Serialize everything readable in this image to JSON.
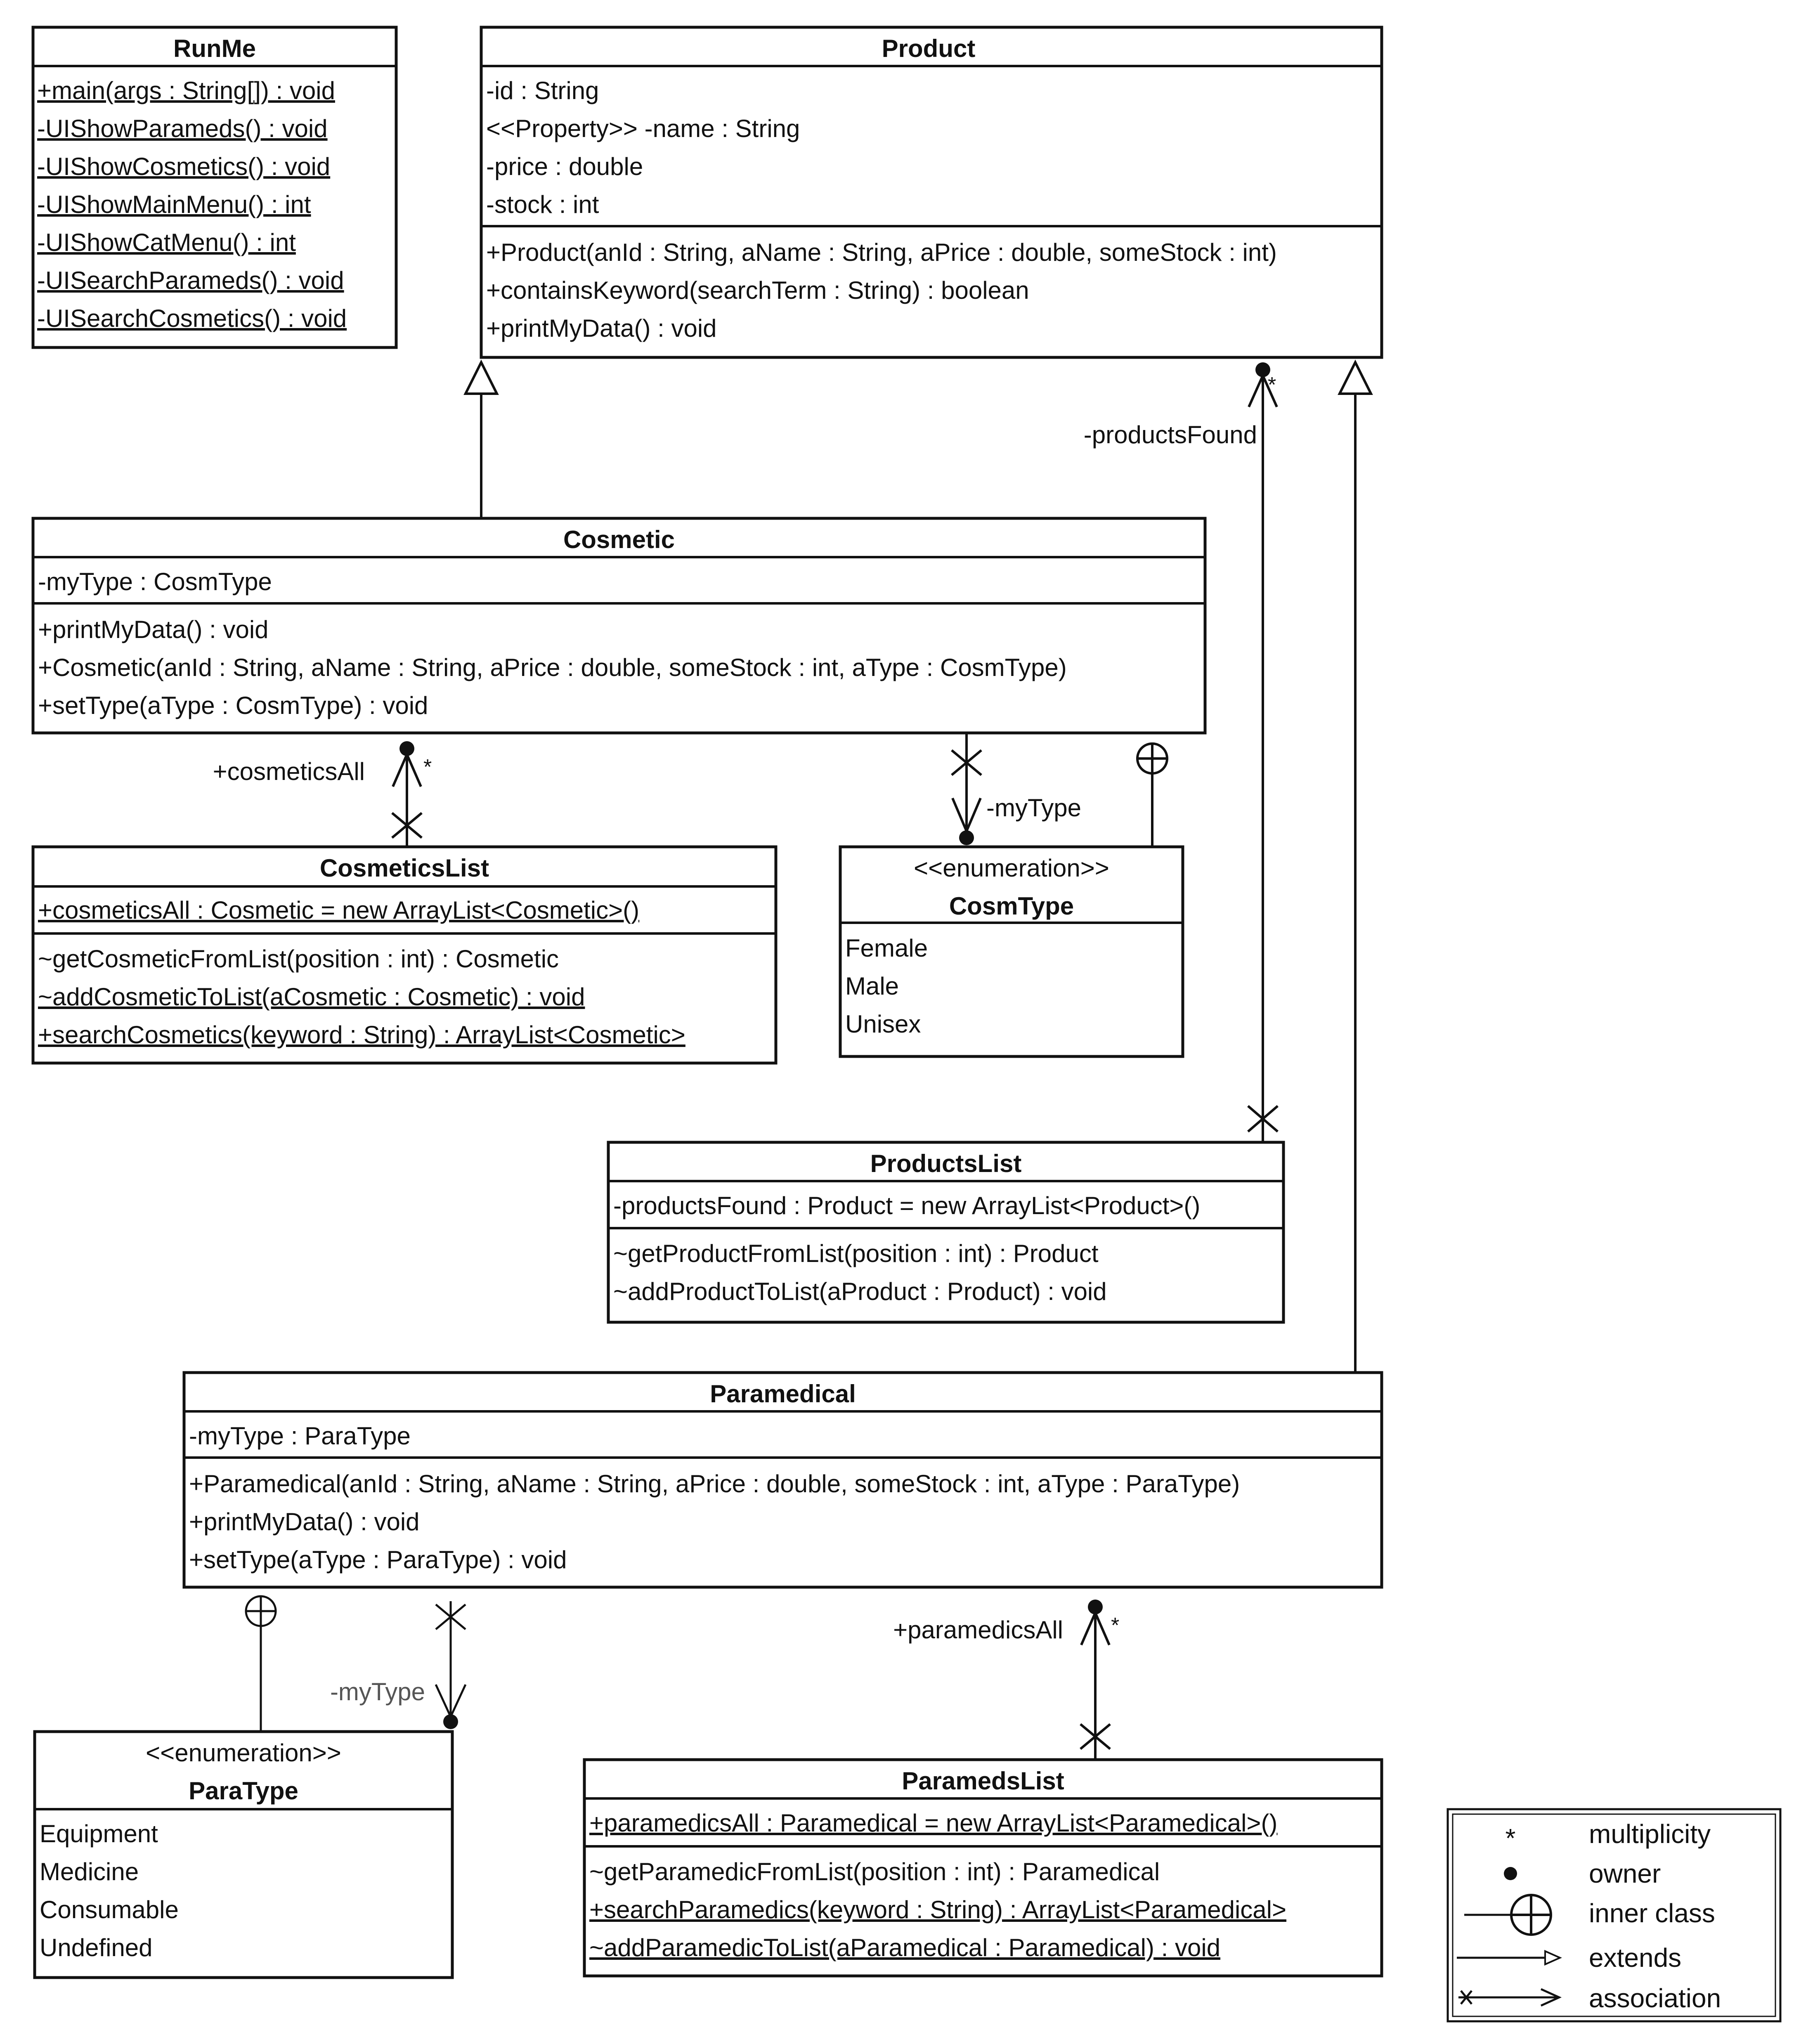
{
  "classes": {
    "runme": {
      "name": "RunMe",
      "methods": [
        "+main(args : String[]) : void",
        "-UIShowParameds() : void",
        "-UIShowCosmetics() : void",
        "-UIShowMainMenu() : int",
        "-UIShowCatMenu() : int",
        "-UISearchParameds() : void",
        "-UISearchCosmetics() : void"
      ]
    },
    "product": {
      "name": "Product",
      "attributes": [
        "-id : String",
        "<<Property>> -name : String",
        "-price : double",
        "-stock : int"
      ],
      "methods": [
        "+Product(anId : String, aName : String, aPrice : double, someStock : int)",
        "+containsKeyword(searchTerm : String) : boolean",
        "+printMyData() : void"
      ]
    },
    "cosmetic": {
      "name": "Cosmetic",
      "attributes": [
        "-myType : CosmType"
      ],
      "methods": [
        "+printMyData() : void",
        "+Cosmetic(anId : String, aName : String, aPrice : double, someStock : int, aType : CosmType)",
        "+setType(aType : CosmType) : void"
      ]
    },
    "cosmeticslist": {
      "name": "CosmeticsList",
      "attributes": [
        "+cosmeticsAll : Cosmetic = new ArrayList<Cosmetic>()"
      ],
      "methods": [
        "~getCosmeticFromList(position : int) : Cosmetic",
        "~addCosmeticToList(aCosmetic : Cosmetic) : void",
        "+searchCosmetics(keyword : String) : ArrayList<Cosmetic>"
      ]
    },
    "cosmtype": {
      "stereotype": "<<enumeration>>",
      "name": "CosmType",
      "literals": [
        "Female",
        "Male",
        "Unisex"
      ]
    },
    "productslist": {
      "name": "ProductsList",
      "attributes": [
        "-productsFound : Product = new ArrayList<Product>()"
      ],
      "methods": [
        "~getProductFromList(position : int) : Product",
        "~addProductToList(aProduct : Product) : void"
      ]
    },
    "paramedical": {
      "name": "Paramedical",
      "attributes": [
        "-myType : ParaType"
      ],
      "methods": [
        "+Paramedical(anId : String, aName : String, aPrice : double, someStock : int, aType : ParaType)",
        "+printMyData() : void",
        "+setType(aType : ParaType) : void"
      ]
    },
    "paratype": {
      "stereotype": "<<enumeration>>",
      "name": "ParaType",
      "literals": [
        "Equipment",
        "Medicine",
        "Consumable",
        "Undefined"
      ]
    },
    "paramedslist": {
      "name": "ParamedsList",
      "attributes": [
        "+paramedicsAll : Paramedical = new ArrayList<Paramedical>()"
      ],
      "methods": [
        "~getParamedicFromList(position : int) : Paramedical",
        "+searchParamedics(keyword : String) : ArrayList<Paramedical>",
        "~addParamedicToList(aParamedical : Paramedical) : void"
      ]
    }
  },
  "associations": {
    "products_found": {
      "role": "-productsFound",
      "multiplicity": "*"
    },
    "cosmetics_all": {
      "role": "+cosmeticsAll",
      "multiplicity": "*"
    },
    "cosm_my_type": {
      "role": "-myType"
    },
    "para_my_type": {
      "role": "-myType"
    },
    "paramedics_all": {
      "role": "+paramedicsAll",
      "multiplicity": "*"
    }
  },
  "legend": {
    "multiplicity": {
      "symbol": "*",
      "label": "multiplicity"
    },
    "owner": {
      "label": "owner"
    },
    "inner_class": {
      "label": "inner class"
    },
    "extends": {
      "label": "extends"
    },
    "association": {
      "label": "association"
    }
  }
}
